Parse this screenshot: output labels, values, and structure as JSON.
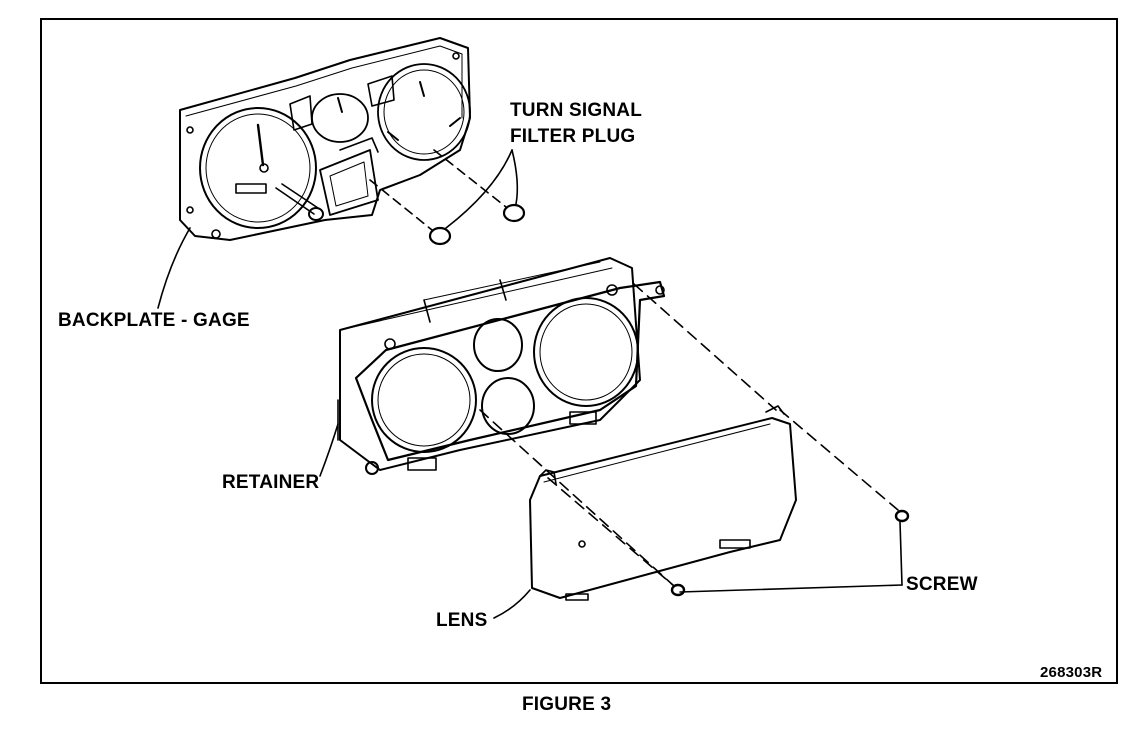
{
  "labels": {
    "turn_signal_line1": "TURN SIGNAL",
    "turn_signal_line2": "FILTER PLUG",
    "backplate": "BACKPLATE - GAGE",
    "retainer": "RETAINER",
    "lens": "LENS",
    "screw": "SCREW",
    "drawing_number": "268303R",
    "figure": "FIGURE 3"
  },
  "colors": {
    "ink": "#000000",
    "paper": "#ffffff"
  }
}
